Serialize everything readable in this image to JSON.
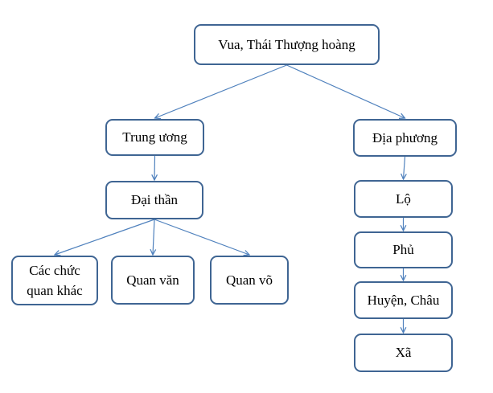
{
  "diagram": {
    "edge_color": "#4f81bd",
    "border_color": "#3f6593",
    "nodes": {
      "king": "Vua, Thái Thượng hoàng",
      "central": "Trung ương",
      "local": "Địa phương",
      "ministers": "Đại thần",
      "other_posts": "Các chức\nquan khác",
      "civil": "Quan văn",
      "military": "Quan võ",
      "lo": "Lộ",
      "phu": "Phủ",
      "huyen_chau": "Huyện, Châu",
      "xa": "Xã"
    },
    "edges": [
      [
        "king",
        "central"
      ],
      [
        "king",
        "local"
      ],
      [
        "central",
        "ministers"
      ],
      [
        "ministers",
        "other_posts"
      ],
      [
        "ministers",
        "civil"
      ],
      [
        "ministers",
        "military"
      ],
      [
        "local",
        "lo"
      ],
      [
        "lo",
        "phu"
      ],
      [
        "phu",
        "huyen_chau"
      ],
      [
        "huyen_chau",
        "xa"
      ]
    ]
  }
}
